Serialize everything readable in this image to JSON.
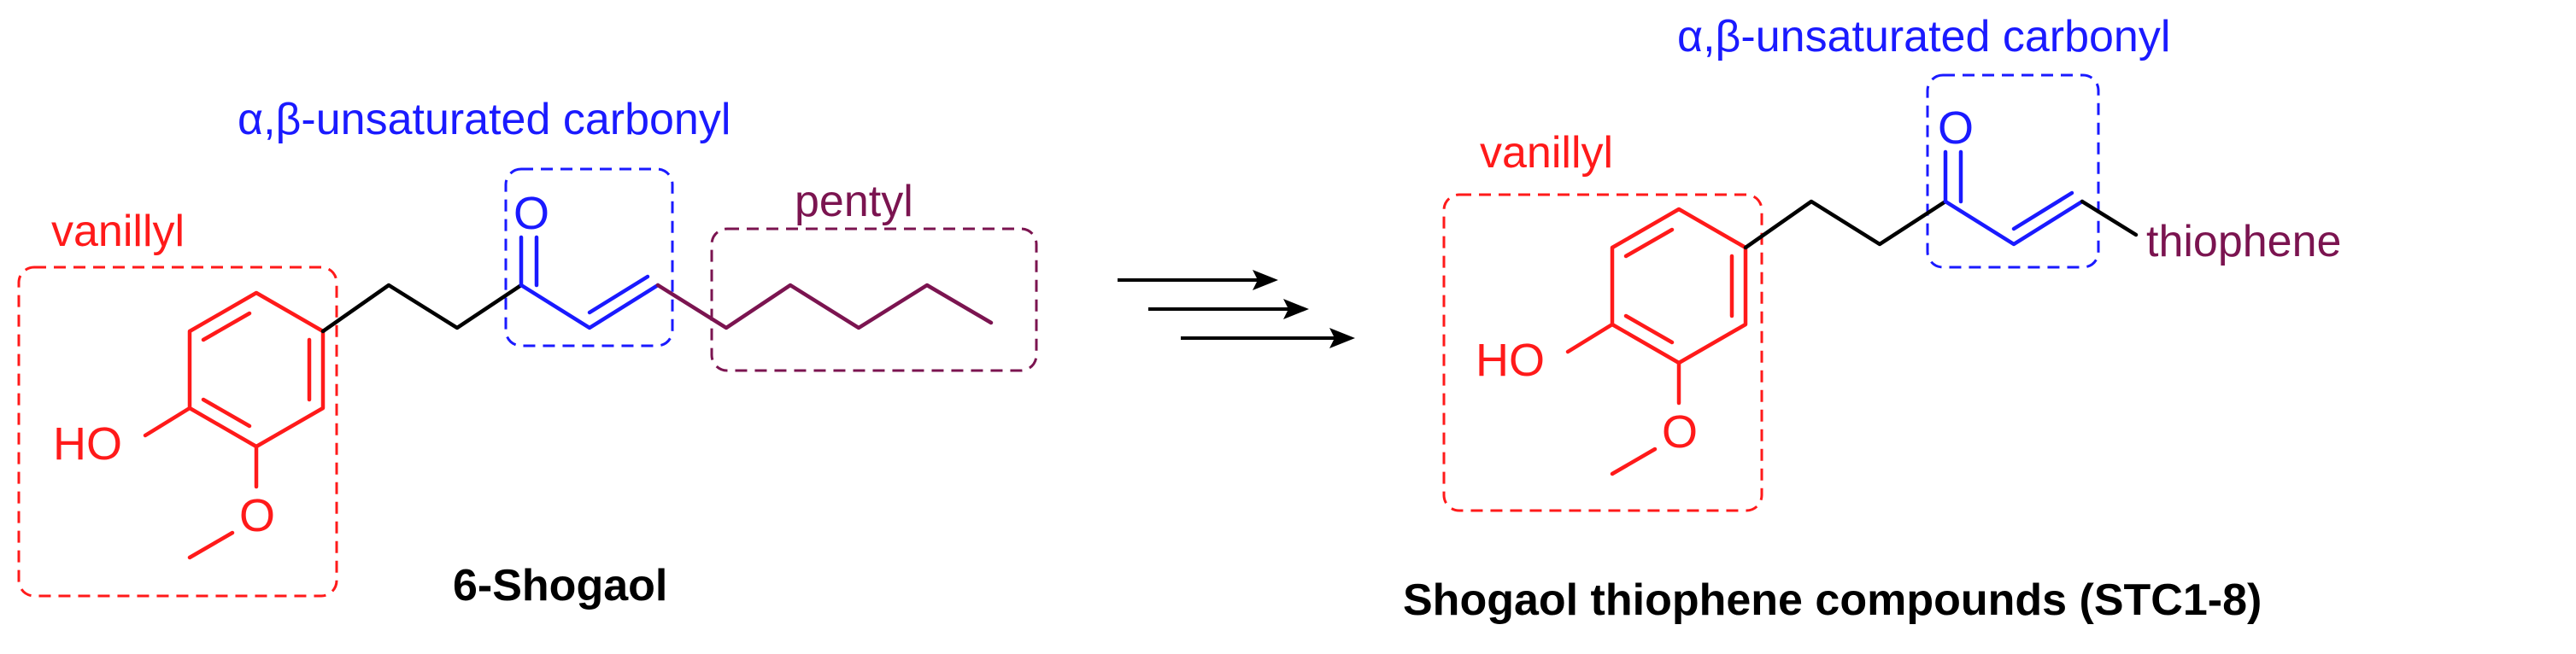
{
  "colors": {
    "vanillyl": "#ff1a1a",
    "carbonyl": "#1a1aff",
    "alkyl": "#7b1450",
    "bond": "#000000"
  },
  "left": {
    "label_vanillyl": "vanillyl",
    "label_carbonyl": "α,β-unsaturated carbonyl",
    "label_pentyl": "pentyl",
    "atom_O": "O",
    "atom_HO": "HO",
    "atom_OMe": "O",
    "caption": "6-Shogaol"
  },
  "right": {
    "label_vanillyl": "vanillyl",
    "label_carbonyl": "α,β-unsaturated carbonyl",
    "label_thiophene": "thiophene",
    "atom_O": "O",
    "atom_HO": "HO",
    "atom_OMe": "O",
    "caption": "Shogaol thiophene compounds (STC1-8)"
  },
  "arrows": {
    "count": 3,
    "icon": "multi-step-arrows-icon"
  }
}
